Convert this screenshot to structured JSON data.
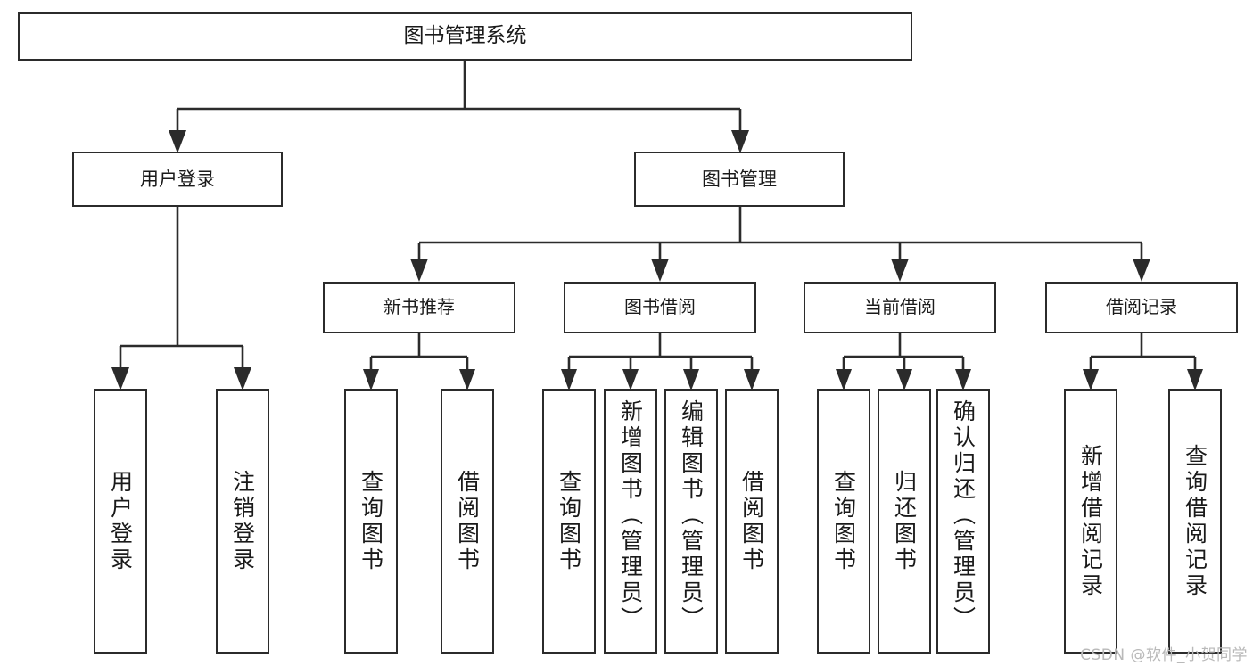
{
  "diagram": {
    "title": "图书管理系统",
    "type": "tree-hierarchy-diagram",
    "colors": {
      "box_border": "#2b2b2b",
      "box_fill": "#ffffff",
      "connector": "#2b2b2b",
      "background": "#ffffff",
      "watermark": "#b9b9b9"
    },
    "root": {
      "label": "图书管理系统"
    },
    "level1": [
      {
        "label": "用户登录"
      },
      {
        "label": "图书管理"
      }
    ],
    "level2": [
      {
        "label": "新书推荐"
      },
      {
        "label": "图书借阅"
      },
      {
        "label": "当前借阅"
      },
      {
        "label": "借阅记录"
      }
    ],
    "leaves": {
      "user_login": [
        {
          "label": "用户登录"
        },
        {
          "label": "注销登录"
        }
      ],
      "new_book_recommend": [
        {
          "label": "查询图书"
        },
        {
          "label": "借阅图书"
        }
      ],
      "book_borrow": [
        {
          "label": "查询图书"
        },
        {
          "label": "新增图书（管理员）"
        },
        {
          "label": "编辑图书（管理员）"
        },
        {
          "label": "借阅图书"
        }
      ],
      "current_borrow": [
        {
          "label": "查询图书"
        },
        {
          "label": "归还图书"
        },
        {
          "label": "确认归还（管理员）"
        }
      ],
      "borrow_record": [
        {
          "label": "新增借阅记录"
        },
        {
          "label": "查询借阅记录"
        }
      ]
    }
  },
  "watermark": {
    "text": "CSDN @软件_小贺同学"
  }
}
